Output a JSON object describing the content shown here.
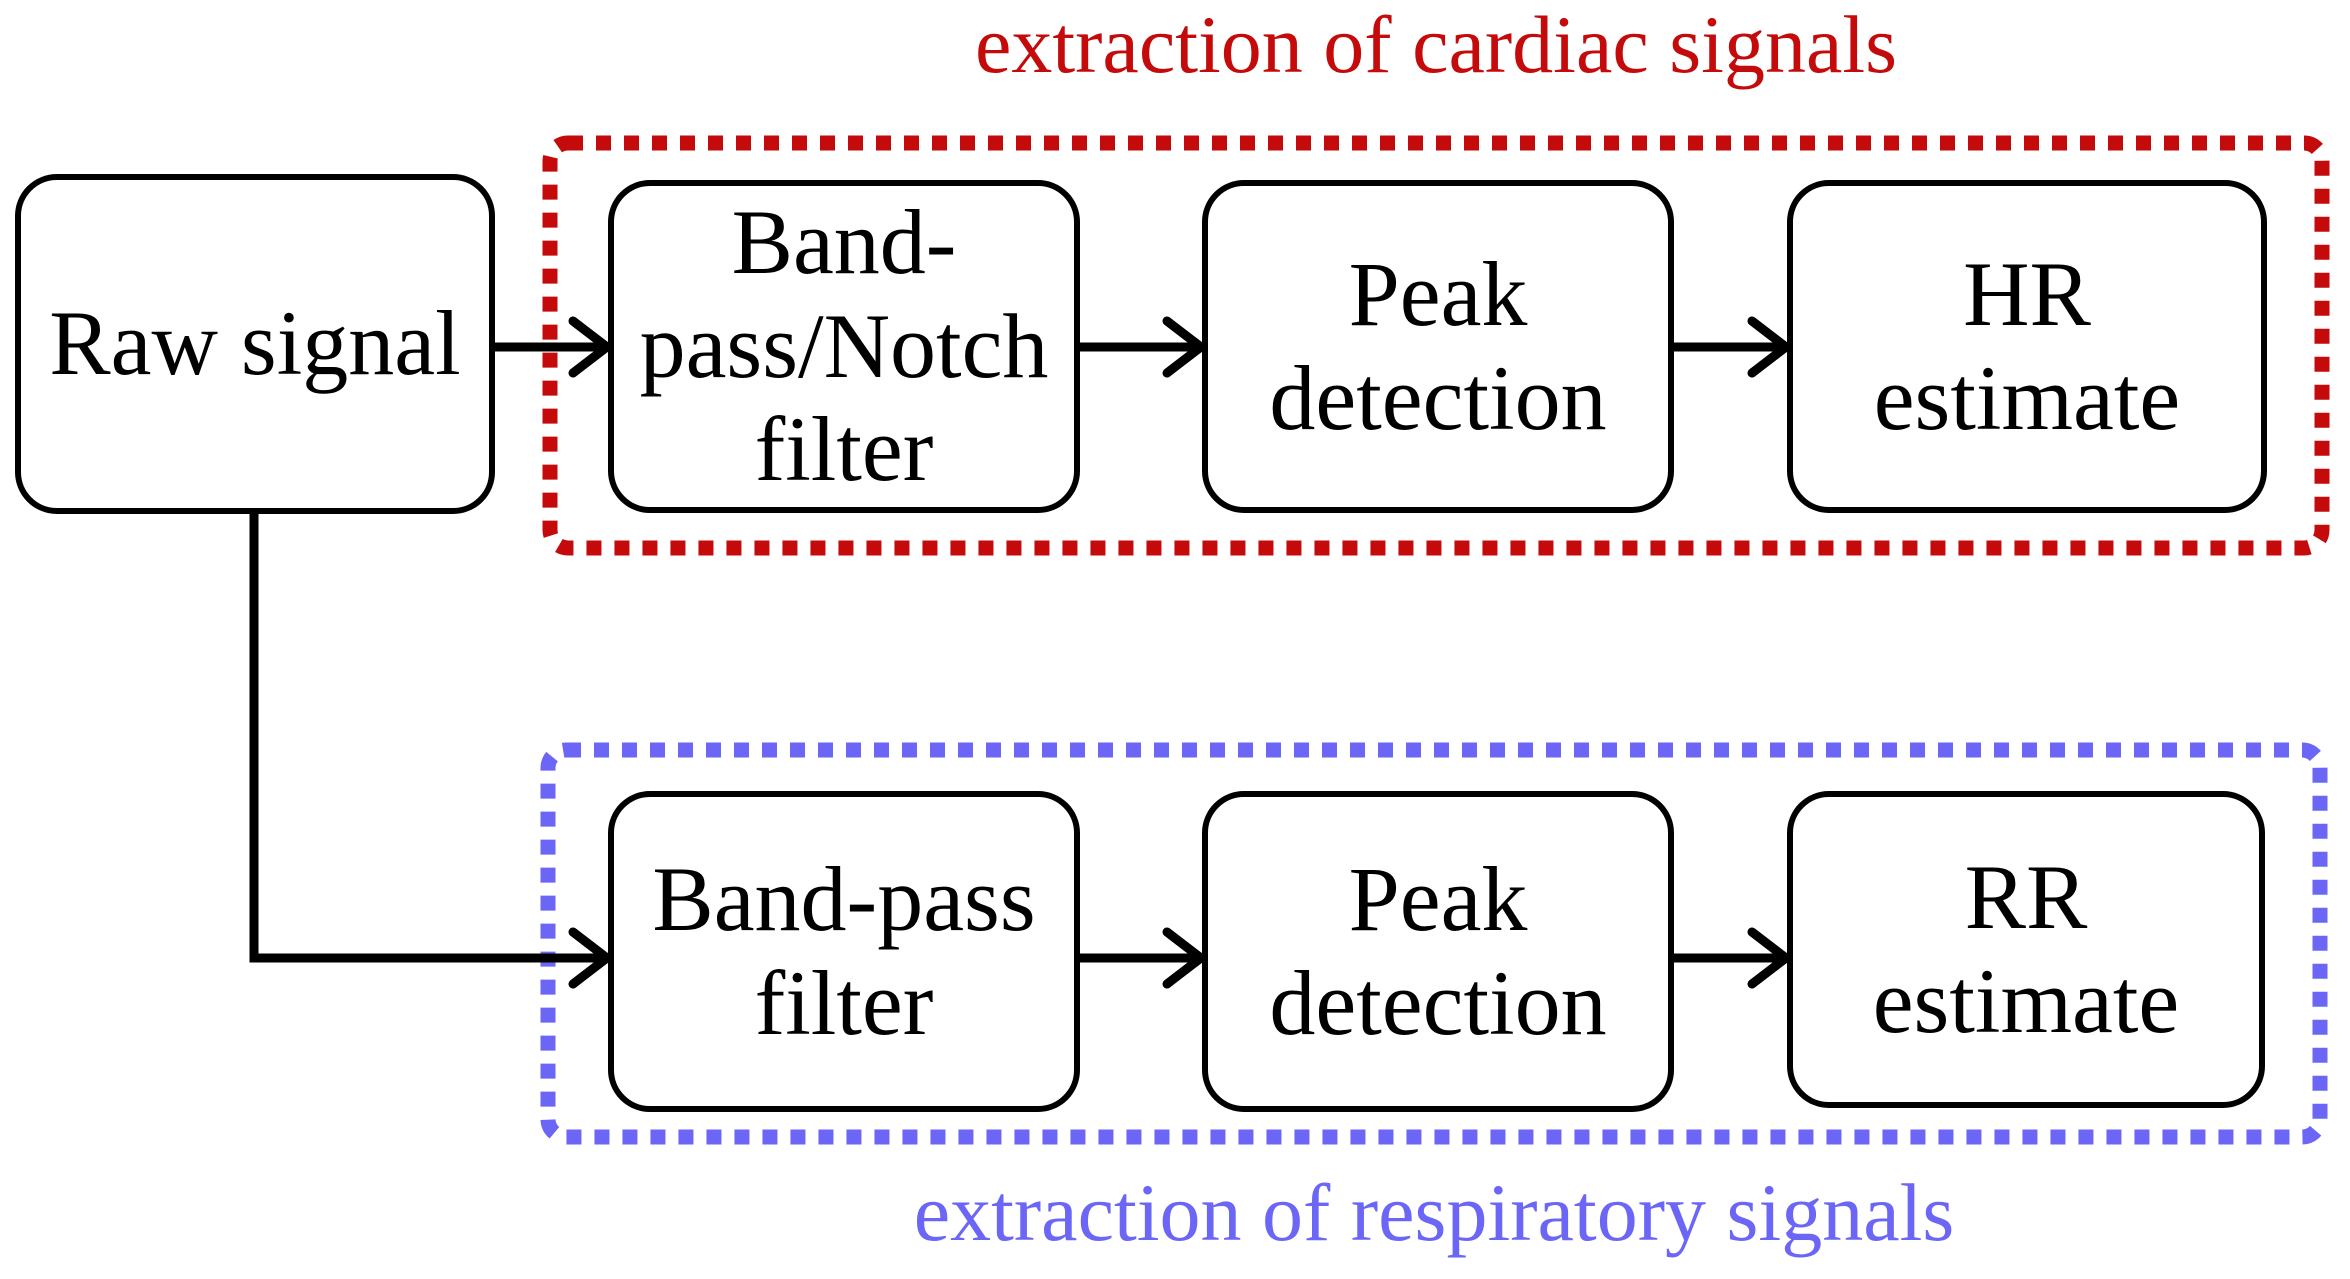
{
  "diagram": {
    "captions": {
      "cardiac": "extraction of cardiac signals",
      "respiratory": "extraction of respiratory signals"
    },
    "nodes": {
      "raw_signal": "Raw signal",
      "bandpass_notch_filter": "Band-\npass/Notch\nfilter",
      "peak_detection_cardiac": "Peak\ndetection",
      "hr_estimate": "HR\nestimate",
      "bandpass_filter": "Band-pass\nfilter",
      "peak_detection_respiratory": "Peak\ndetection",
      "rr_estimate": "RR\nestimate"
    },
    "colors": {
      "cardiac": "#c40a0a",
      "respiratory": "#6b66f6",
      "line": "#000000"
    }
  }
}
